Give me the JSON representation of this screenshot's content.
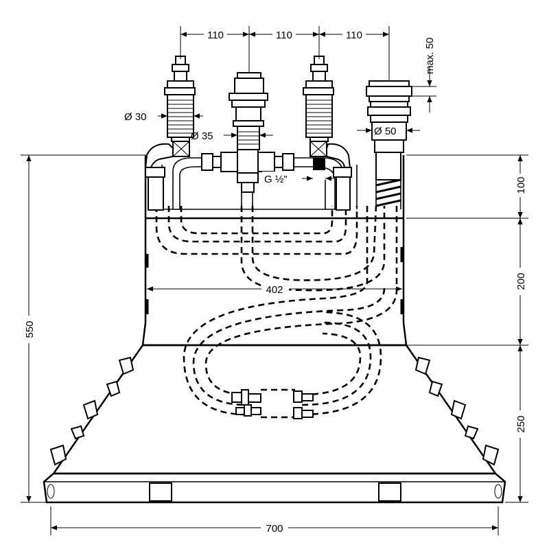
{
  "dimensions": {
    "spacing_1": "110",
    "spacing_2": "110",
    "spacing_3": "110",
    "max_50": "max. 50",
    "dia_30": "Ø 30",
    "dia_35": "Ø 35",
    "dia_50": "Ø 50",
    "thread": "G ½\"",
    "width_402": "402",
    "height_100": "100",
    "height_200": "200",
    "height_250": "250",
    "height_550": "550",
    "width_700": "700"
  }
}
